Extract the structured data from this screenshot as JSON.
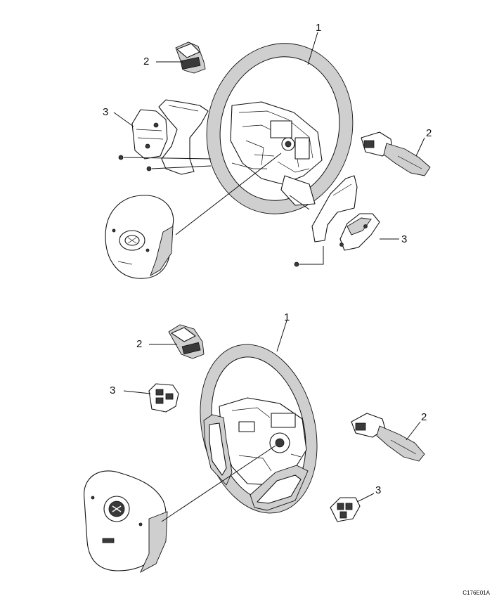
{
  "figure_code": "C176E01A",
  "upper_assembly": {
    "callouts": {
      "steering_wheel": "1",
      "switch_left": "2",
      "switch_right": "2",
      "remote_left": "3",
      "remote_right": "3"
    }
  },
  "lower_assembly": {
    "callouts": {
      "steering_wheel": "1",
      "switch_left": "2",
      "switch_right": "2",
      "remote_left": "3",
      "remote_right": "3"
    }
  }
}
